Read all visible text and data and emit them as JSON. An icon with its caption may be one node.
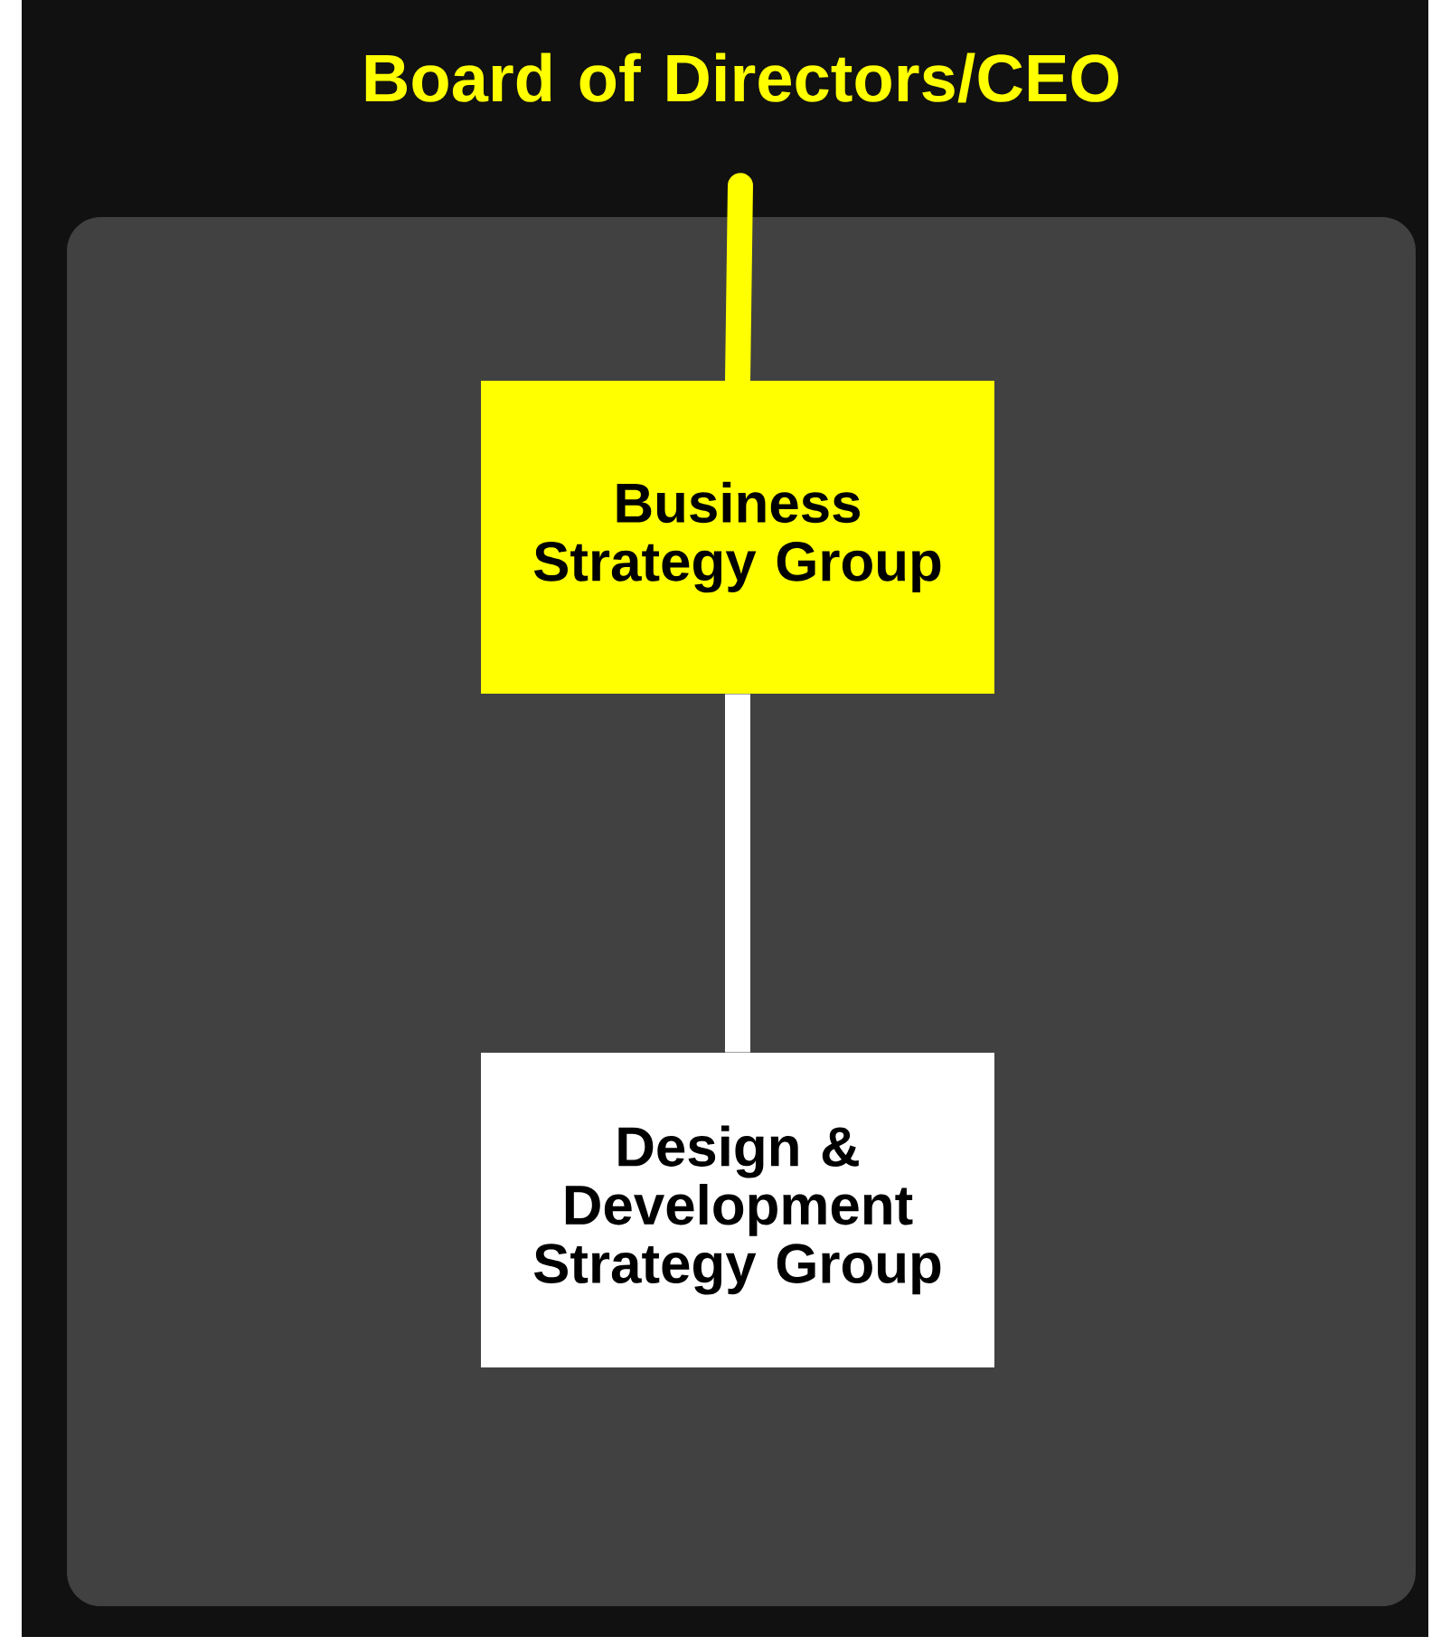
{
  "diagram": {
    "nodes": [
      {
        "text": [
          "Board of Directors/CEO"
        ]
      },
      {
        "text": [
          "Business Strategy Group"
        ]
      },
      {
        "text": [
          "Design & Development Strategy Group"
        ]
      }
    ],
    "edges": [
      {
        "from": 0,
        "to": 1,
        "arrow": "none",
        "color": "#ffff00"
      },
      {
        "from": 1,
        "to": 2,
        "arrow": "none",
        "color": "#ffffff"
      }
    ]
  }
}
